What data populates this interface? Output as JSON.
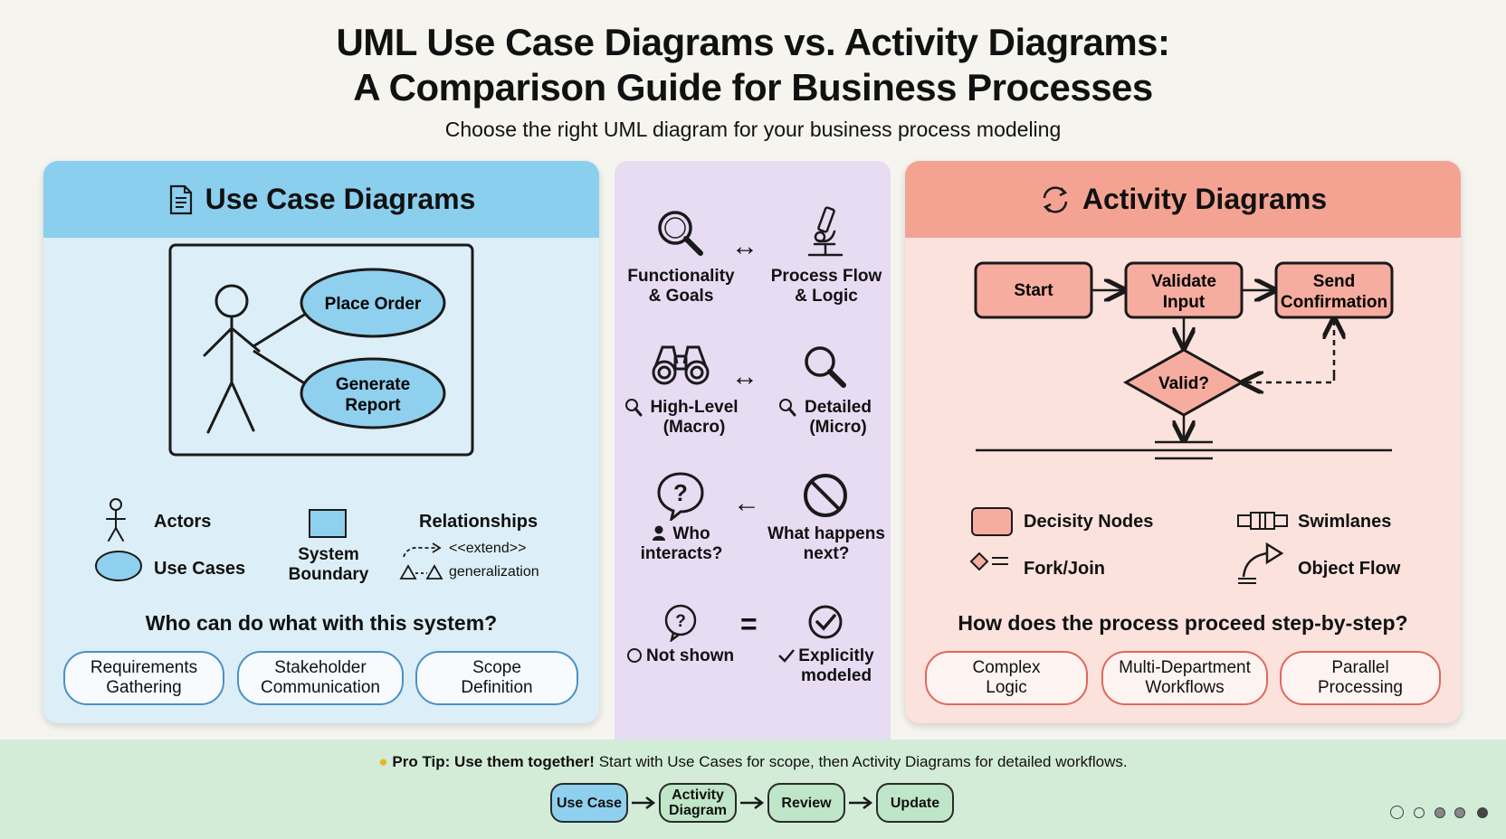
{
  "header": {
    "title_line1": "UML Use Case Diagrams vs. Activity Diagrams:",
    "title_line2": "A Comparison Guide for Business Processes",
    "subtitle": "Choose the right UML diagram for your business process modeling"
  },
  "left": {
    "title": "Use Case Diagrams",
    "diagram": {
      "uc1": "Place Order",
      "uc2_line1": "Generate",
      "uc2_line2": "Report"
    },
    "legend": {
      "actors": "Actors",
      "use_cases": "Use Cases",
      "boundary_line1": "System",
      "boundary_line2": "Boundary",
      "relationships": "Relationships",
      "extend": "<<extend>>",
      "generalization": "generalization"
    },
    "question": "Who can do what with this system?",
    "chips": [
      {
        "line1": "Requirements",
        "line2": "Gathering"
      },
      {
        "line1": "Stakeholder",
        "line2": "Communication"
      },
      {
        "line1": "Scope",
        "line2": "Definition"
      }
    ]
  },
  "middle": {
    "rows": [
      {
        "left_line1": "Functionality",
        "left_line2": "& Goals",
        "connector": "↔",
        "right_line1": "Process Flow",
        "right_line2": "& Logic"
      },
      {
        "left_line1": "High-Level",
        "left_line2": "(Macro)",
        "connector": "↔",
        "right_line1": "Detailed",
        "right_line2": "(Micro)"
      },
      {
        "left_line1": "Who",
        "left_line2": "interacts?",
        "connector": "←",
        "right_line1": "What happens",
        "right_line2": "next?"
      },
      {
        "left_line1": "Not shown",
        "left_line2": "",
        "connector": "=",
        "right_line1": "Explicitly",
        "right_line2": "modeled"
      }
    ]
  },
  "right": {
    "title": "Activity Diagrams",
    "diagram": {
      "start": "Start",
      "validate_line1": "Validate",
      "validate_line2": "Input",
      "send_line1": "Send",
      "send_line2": "Confirmation",
      "decision": "Valid?"
    },
    "legend": {
      "activity_nodes": "Decisity Nodes",
      "swimlanes": "Swimlanes",
      "fork_join": "Fork/Join",
      "object_flow": "Object Flow"
    },
    "question": "How does the process proceed step-by-step?",
    "chips": [
      {
        "line1": "Complex",
        "line2": "Logic"
      },
      {
        "line1": "Multi-Department",
        "line2": "Workflows"
      },
      {
        "line1": "Parallel",
        "line2": "Processing"
      }
    ]
  },
  "footer": {
    "tip_bold": "Pro Tip: Use them together!",
    "tip_rest": " Start with Use Cases for scope, then Activity Diagrams for detailed workflows.",
    "flow": [
      {
        "line1": "Use Case",
        "line2": ""
      },
      {
        "line1": "Activity",
        "line2": "Diagram"
      },
      {
        "line1": "Review",
        "line2": ""
      },
      {
        "line1": "Update",
        "line2": ""
      }
    ]
  },
  "colors": {
    "blue_header": "#8bcfee",
    "blue_body": "#dceef7",
    "purple_body": "#e8dcf3",
    "red_header": "#f4a393",
    "red_body": "#fbe2dd",
    "green_footer": "#d3ecd8",
    "ellipse_fill": "#8fd0ee",
    "node_fill": "#f6ad9f"
  }
}
